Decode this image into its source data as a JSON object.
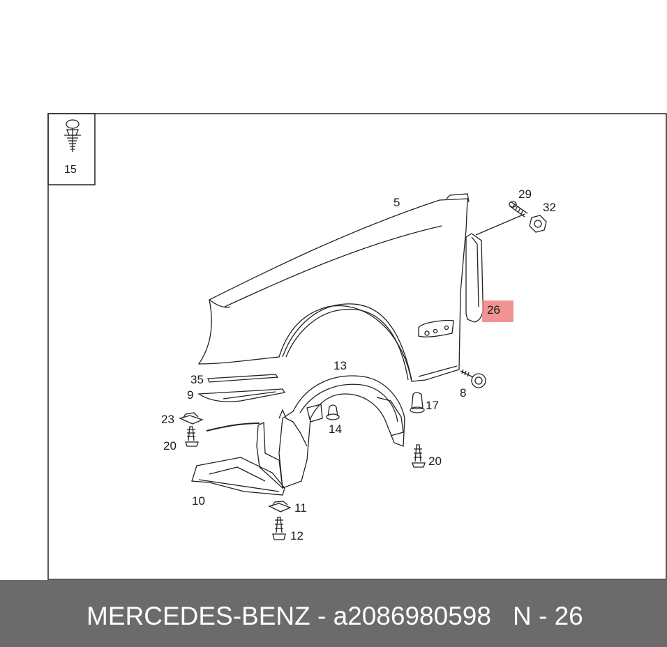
{
  "diagram": {
    "inset_label": "15",
    "callouts": {
      "p5": "5",
      "p29": "29",
      "p32": "32",
      "p26": "26",
      "p13": "13",
      "p35": "35",
      "p9": "9",
      "p23": "23",
      "p20a": "20",
      "p14": "14",
      "p17": "17",
      "p8": "8",
      "p20b": "20",
      "p10": "10",
      "p11": "11",
      "p12": "12"
    },
    "highlight_color": "#f08080"
  },
  "footer": {
    "title": "MERCEDES-BENZ - a2086980598",
    "code": "N - 26"
  }
}
